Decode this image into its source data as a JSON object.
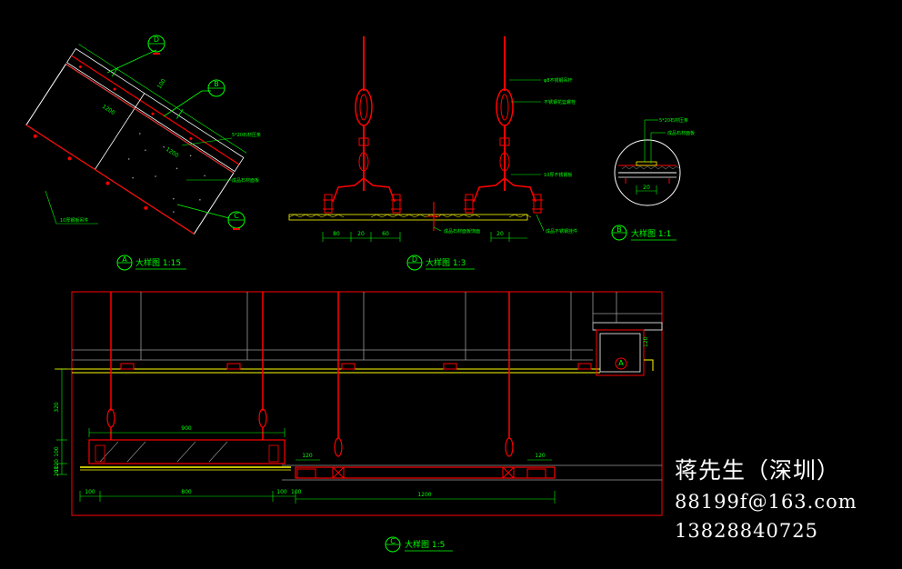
{
  "detail_a": {
    "bubble": "A",
    "caption": "大样图 1:15",
    "dims": [
      "1200",
      "1200",
      "100"
    ],
    "notes": [
      "5*20石材压条",
      "成品石材面板",
      "10厚钢板吊件"
    ],
    "callouts": [
      "D",
      "B",
      "C"
    ]
  },
  "detail_d": {
    "bubble": "D",
    "caption": "大样图 1:3",
    "dims": [
      "80",
      "20",
      "60",
      "20"
    ],
    "notes": [
      "φ8不锈钢吊杆",
      "不锈钢花篮螺栓",
      "10厚不锈钢板",
      "成品石材面板饰面",
      "成品不锈钢挂件"
    ]
  },
  "detail_b": {
    "bubble": "B",
    "caption": "大样图 1:1",
    "dims": [
      "20"
    ],
    "notes": [
      "5*20石材压条",
      "成品石材面板"
    ]
  },
  "detail_c": {
    "bubble": "C",
    "caption": "大样图 1:5",
    "dims": [
      "900",
      "800",
      "1200",
      "120",
      "120",
      "100",
      "100",
      "100",
      "320",
      "120",
      "100",
      "120",
      "10",
      "20"
    ],
    "callout": "A"
  },
  "watermark": {
    "name": "蒋先生（深圳）",
    "email": "88199f@163.com",
    "phone": "13828840725"
  },
  "colors": {
    "red": "#ff0000",
    "green": "#00ff00",
    "white": "#ffffff",
    "yellow": "#ffff00",
    "gray": "#9a9a9a",
    "background": "#000000"
  }
}
